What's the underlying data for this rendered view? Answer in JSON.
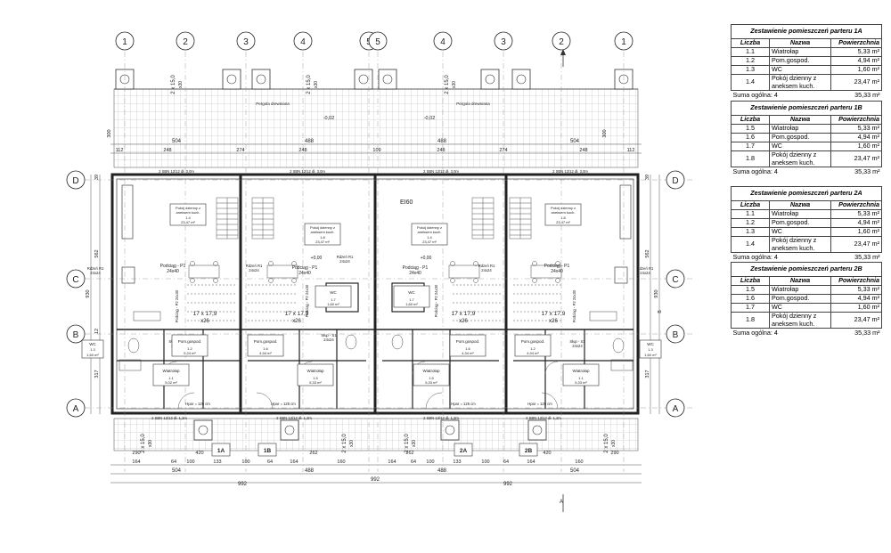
{
  "axes": {
    "top": [
      "1",
      "2",
      "3",
      "4",
      "5",
      "5",
      "4",
      "3",
      "2",
      "1"
    ],
    "left": [
      "D",
      "C",
      "B",
      "A"
    ],
    "right": [
      "D",
      "C",
      "B",
      "A"
    ]
  },
  "dims": {
    "top_row1": [
      "504",
      "488",
      "488",
      "504"
    ],
    "top_row2": [
      "112",
      "248",
      "274",
      "248",
      "109",
      "248",
      "274",
      "248",
      "112"
    ],
    "left": [
      "39",
      "562",
      "930",
      "317",
      "12"
    ],
    "right": [
      "39",
      "562",
      "930",
      "317"
    ],
    "bottom_row1": [
      "164",
      "64",
      "100",
      "133",
      "100",
      "64",
      "164",
      "160",
      "164",
      "64",
      "100",
      "133",
      "100",
      "64",
      "164",
      "160"
    ],
    "bottom_row2": [
      "504",
      "488",
      "488",
      "504"
    ],
    "bottom_total": "992",
    "bottom_sub": [
      "290",
      "420",
      "262",
      "262",
      "420",
      "290"
    ],
    "side_small": [
      "300",
      "300"
    ]
  },
  "labels": {
    "pergola": "Pergola drewniana",
    "ei": "EI60",
    "level": "+0,00",
    "level_neg": "-0,02",
    "podciag": "Podciąg - P1",
    "podciag_size": "24x40",
    "podciag_p2": "Podciąg - P2",
    "p2_size": "24x30",
    "rdzen": "Rdzeń R1",
    "rdzen_size": "24x24",
    "slup": "Słup - S1",
    "stairs": "17 x 17,9",
    "stairs_n": "x26",
    "hpar": "Hpar = 125 cm",
    "lintel_top": "2 SBN 12/12 dł. 3,0m",
    "lintel_bot": "2 SBN 12/12 dł. 1,2m",
    "pile": "2 x 15,0",
    "pile_sub": "x30",
    "ext_wc": "WC",
    "ext_wc_num": "1.3",
    "ext_wc_area": "1,60 m²",
    "sec": "A",
    "b_mark": "B"
  },
  "units": [
    "1A",
    "1B",
    "2A",
    "2B"
  ],
  "rooms": {
    "u1_living": [
      "Pokój dzienny z aneksem kuch.",
      "1.4",
      "23,47 m²"
    ],
    "u2_living": [
      "Pokój dzienny z aneksem kuch.",
      "1.8",
      "23,47 m²"
    ],
    "u3_living": [
      "Pokój dzienny z aneksem kuch.",
      "1.4",
      "23,47 m²"
    ],
    "u4_living": [
      "Pokój dzienny z aneksem kuch.",
      "1.8",
      "23,47 m²"
    ],
    "u2_wc": [
      "WC",
      "1.7",
      "1,60 m²"
    ],
    "u3_wc": [
      "WC",
      "1.7",
      "1,60 m²"
    ],
    "u1_pom": [
      "Pom.gospod.",
      "1.2",
      "5,24 m²"
    ],
    "u2_pom": [
      "Pom.gospod.",
      "1.6",
      "4,94 m²"
    ],
    "u3_pom": [
      "Pom.gospod.",
      "1.6",
      "4,34 m²"
    ],
    "u4_pom": [
      "Pom.gospod.",
      "1.2",
      "4,94 m²"
    ],
    "u1_wia": [
      "Wiatrołap",
      "1.1",
      "5,02 m²"
    ],
    "u2_wia": [
      "Wiatrołap",
      "1.5",
      "5,33 m²"
    ],
    "u3_wia": [
      "Wiatrołap",
      "1.5",
      "5,33 m²"
    ],
    "u4_wia": [
      "Wiatrołap",
      "1.1",
      "5,33 m²"
    ]
  },
  "tables": [
    {
      "title": "Zestawienie pomieszczeń parteru 1A",
      "headers": [
        "Liczba",
        "Nazwa",
        "Powierzchnia"
      ],
      "rows": [
        [
          "1.1",
          "Wiatrołap",
          "5,33 m²"
        ],
        [
          "1.2",
          "Pom.gospod.",
          "4,94 m²"
        ],
        [
          "1.3",
          "WC",
          "1,60 m²"
        ],
        [
          "1.4",
          "Pokój dzienny z aneksem kuch.",
          "23,47 m²"
        ]
      ],
      "sum_label": "Suma ogólna: 4",
      "sum_value": "35,33 m²"
    },
    {
      "title": "Zestawienie pomieszczeń parteru 1B",
      "headers": [
        "Liczba",
        "Nazwa",
        "Powierzchnia"
      ],
      "rows": [
        [
          "1.5",
          "Wiatrołap",
          "5,33 m²"
        ],
        [
          "1.6",
          "Pom.gospod.",
          "4,94 m²"
        ],
        [
          "1.7",
          "WC",
          "1,60 m²"
        ],
        [
          "1.8",
          "Pokój dzienny z aneksem kuch.",
          "23,47 m²"
        ]
      ],
      "sum_label": "Suma ogólna: 4",
      "sum_value": "35,33 m²"
    },
    {
      "title": "Zestawienie pomieszczeń parteru  2A",
      "headers": [
        "Liczba",
        "Nazwa",
        "Powierzchnia"
      ],
      "rows": [
        [
          "1.1",
          "Wiatrołap",
          "5,33 m²"
        ],
        [
          "1.2",
          "Pom.gospod.",
          "4,94 m²"
        ],
        [
          "1.3",
          "WC",
          "1,60 m²"
        ],
        [
          "1.4",
          "Pokój dzienny z aneksem kuch.",
          "23,47 m²"
        ]
      ],
      "sum_label": "Suma ogólna: 4",
      "sum_value": "35,33 m²"
    },
    {
      "title": "Zestawienie pomieszczeń parteru  2B",
      "headers": [
        "Liczba",
        "Nazwa",
        "Powierzchnia"
      ],
      "rows": [
        [
          "1.5",
          "Wiatrołap",
          "5,33 m²"
        ],
        [
          "1.6",
          "Pom.gospod.",
          "4,94 m²"
        ],
        [
          "1.7",
          "WC",
          "1,60 m²"
        ],
        [
          "1.8",
          "Pokój dzienny z aneksem kuch.",
          "23,47 m²"
        ]
      ],
      "sum_label": "Suma ogólna: 4",
      "sum_value": "35,33 m²"
    }
  ]
}
